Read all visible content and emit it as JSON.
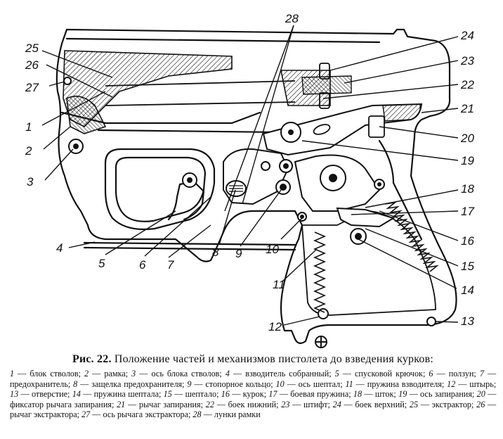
{
  "figure": {
    "fig_label": "Рис. 22.",
    "title": "Положение частей и механизмов пистолета до взведения курков:"
  },
  "callouts": [
    "1",
    "2",
    "3",
    "4",
    "5",
    "6",
    "7",
    "8",
    "9",
    "10",
    "11",
    "12",
    "13",
    "14",
    "15",
    "16",
    "17",
    "18",
    "19",
    "20",
    "21",
    "22",
    "23",
    "24",
    "25",
    "26",
    "27",
    "28"
  ],
  "legend": [
    {
      "num": "1",
      "text": "блок стволов;"
    },
    {
      "num": "2",
      "text": "рамка;"
    },
    {
      "num": "3",
      "text": "ось блока стволов;"
    },
    {
      "num": "4",
      "text": "взводитель собранный;"
    },
    {
      "num": "5",
      "text": "спусковой крючок;"
    },
    {
      "num": "6",
      "text": "ползун;"
    },
    {
      "num": "7",
      "text": "предохранитель;"
    },
    {
      "num": "8",
      "text": "защелка предохранителя;"
    },
    {
      "num": "9",
      "text": "стопорное кольцо;"
    },
    {
      "num": "10",
      "text": "ось шептал;"
    },
    {
      "num": "11",
      "text": "пружина взводителя;"
    },
    {
      "num": "12",
      "text": "штырь;"
    },
    {
      "num": "13",
      "text": "отверстие;"
    },
    {
      "num": "14",
      "text": "пружина шептала;"
    },
    {
      "num": "15",
      "text": "шептало;"
    },
    {
      "num": "16",
      "text": "курок;"
    },
    {
      "num": "17",
      "text": "боевая пружина;"
    },
    {
      "num": "18",
      "text": "шток;"
    },
    {
      "num": "19",
      "text": "ось запирания;"
    },
    {
      "num": "20",
      "text": "фиксатор рычага запирания;"
    },
    {
      "num": "21",
      "text": "рычаг запирания;"
    },
    {
      "num": "22",
      "text": "боек нижний;"
    },
    {
      "num": "23",
      "text": "штифт;"
    },
    {
      "num": "24",
      "text": "боек верхний;"
    },
    {
      "num": "25",
      "text": "экстрактор;"
    },
    {
      "num": "26",
      "text": "рычаг экстрактора;"
    },
    {
      "num": "27",
      "text": "ось рычага экстрактора;"
    },
    {
      "num": "28",
      "text": "лунки рамки"
    }
  ],
  "separator": "—"
}
